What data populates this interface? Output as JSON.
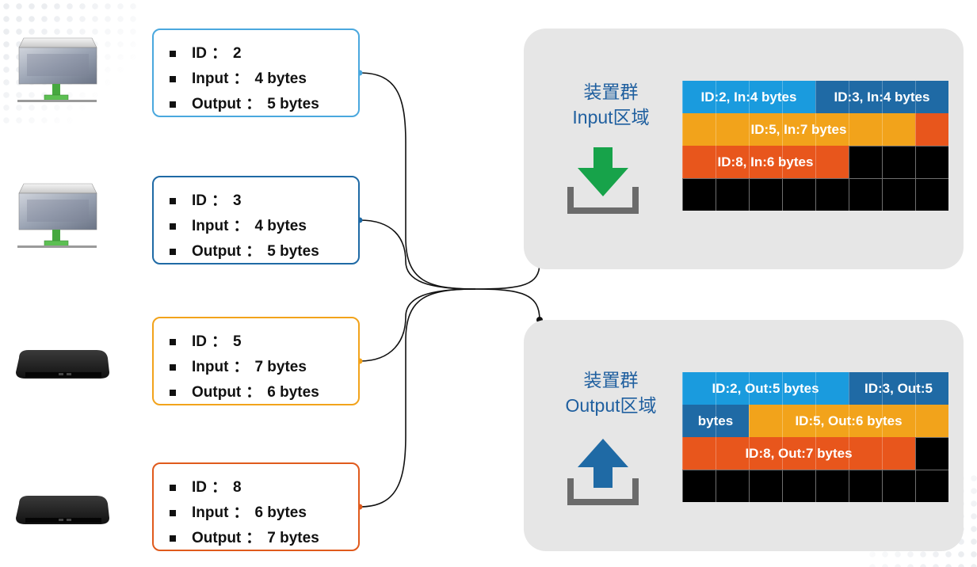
{
  "devices": [
    {
      "kind": "server-icon",
      "color": "#4aa8de",
      "fields": [
        {
          "label": "ID",
          "value": "2"
        },
        {
          "label": "Input",
          "value": "4 bytes"
        },
        {
          "label": "Output",
          "value": "5 bytes"
        }
      ]
    },
    {
      "kind": "server-icon",
      "color": "#1f6aa5",
      "fields": [
        {
          "label": "ID",
          "value": "3"
        },
        {
          "label": "Input",
          "value": "4 bytes"
        },
        {
          "label": "Output",
          "value": "5 bytes"
        }
      ]
    },
    {
      "kind": "set-top-box-icon",
      "color": "#f2a31b",
      "fields": [
        {
          "label": "ID",
          "value": "5"
        },
        {
          "label": "Input",
          "value": "7 bytes"
        },
        {
          "label": "Output",
          "value": "6 bytes"
        }
      ]
    },
    {
      "kind": "set-top-box-icon",
      "color": "#e05a1c",
      "fields": [
        {
          "label": "ID",
          "value": "8"
        },
        {
          "label": "Input",
          "value": "6 bytes"
        },
        {
          "label": "Output",
          "value": "7 bytes"
        }
      ]
    }
  ],
  "separator": "：",
  "input_panel": {
    "title_line1": "装置群",
    "title_line2": "Input区域",
    "icon": "download-icon",
    "segments": [
      {
        "text": "ID:2, In:4 bytes",
        "color": "#1a9bde"
      },
      {
        "text": "ID:3, In:4 bytes",
        "color": "#1f6aa5"
      },
      {
        "text": "ID:5, In:7 bytes",
        "color": "#f2a31b"
      },
      {
        "text": "",
        "color": "#e8561c"
      },
      {
        "text": "ID:8, In:6 bytes",
        "color": "#e8561c"
      }
    ]
  },
  "output_panel": {
    "title_line1": "装置群",
    "title_line2": "Output区域",
    "icon": "upload-icon",
    "segments": [
      {
        "text": "ID:2, Out:5 bytes",
        "color": "#1a9bde"
      },
      {
        "text": "ID:3, Out:5",
        "color": "#1f6aa5"
      },
      {
        "text": "bytes",
        "color": "#1f6aa5"
      },
      {
        "text": "ID:5, Out:6 bytes",
        "color": "#f2a31b"
      },
      {
        "text": "ID:8, Out:7 bytes",
        "color": "#e8561c"
      }
    ]
  },
  "colors": {
    "panel_bg": "#e6e6e6",
    "title_text": "#1f5f9f",
    "download_arrow": "#17a34a",
    "upload_arrow": "#1f6aa5",
    "tray": "#6b6b6b"
  }
}
